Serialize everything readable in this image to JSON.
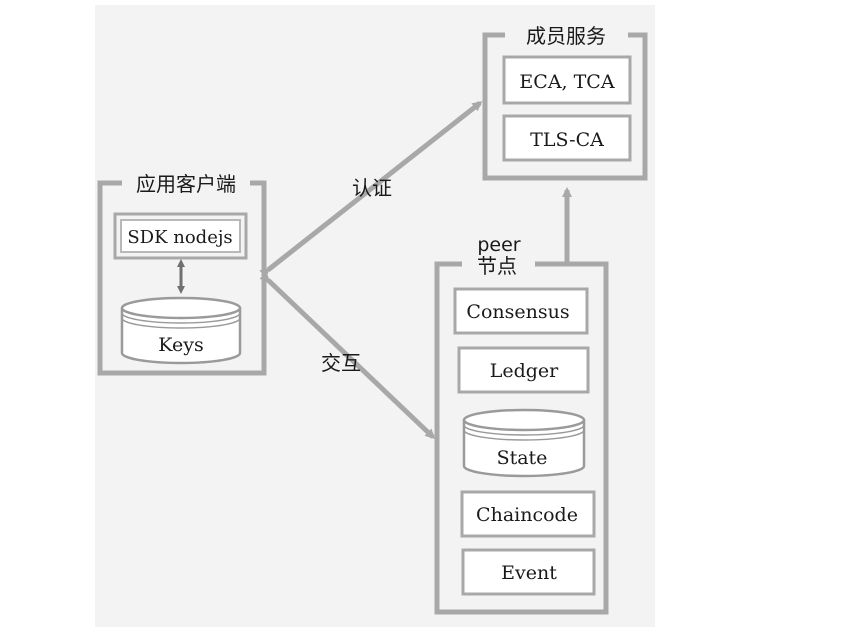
{
  "client": {
    "title": "应用客户端",
    "sdk_label": "SDK nodejs",
    "keys_label": "Keys"
  },
  "membership": {
    "title": "成员服务",
    "items": [
      "ECA, TCA",
      "TLS-CA"
    ]
  },
  "peer": {
    "title_line1": "peer",
    "title_line2": "节点",
    "consensus": "Consensus",
    "ledger": "Ledger",
    "state": "State",
    "chaincode": "Chaincode",
    "event": "Event"
  },
  "edges": {
    "auth_label": "认证",
    "interact_label": "交互"
  },
  "colors": {
    "background": "#f3f3f3",
    "stroke": "#a8a8a8",
    "fill": "#ffffff",
    "text": "#1a1a1a"
  }
}
